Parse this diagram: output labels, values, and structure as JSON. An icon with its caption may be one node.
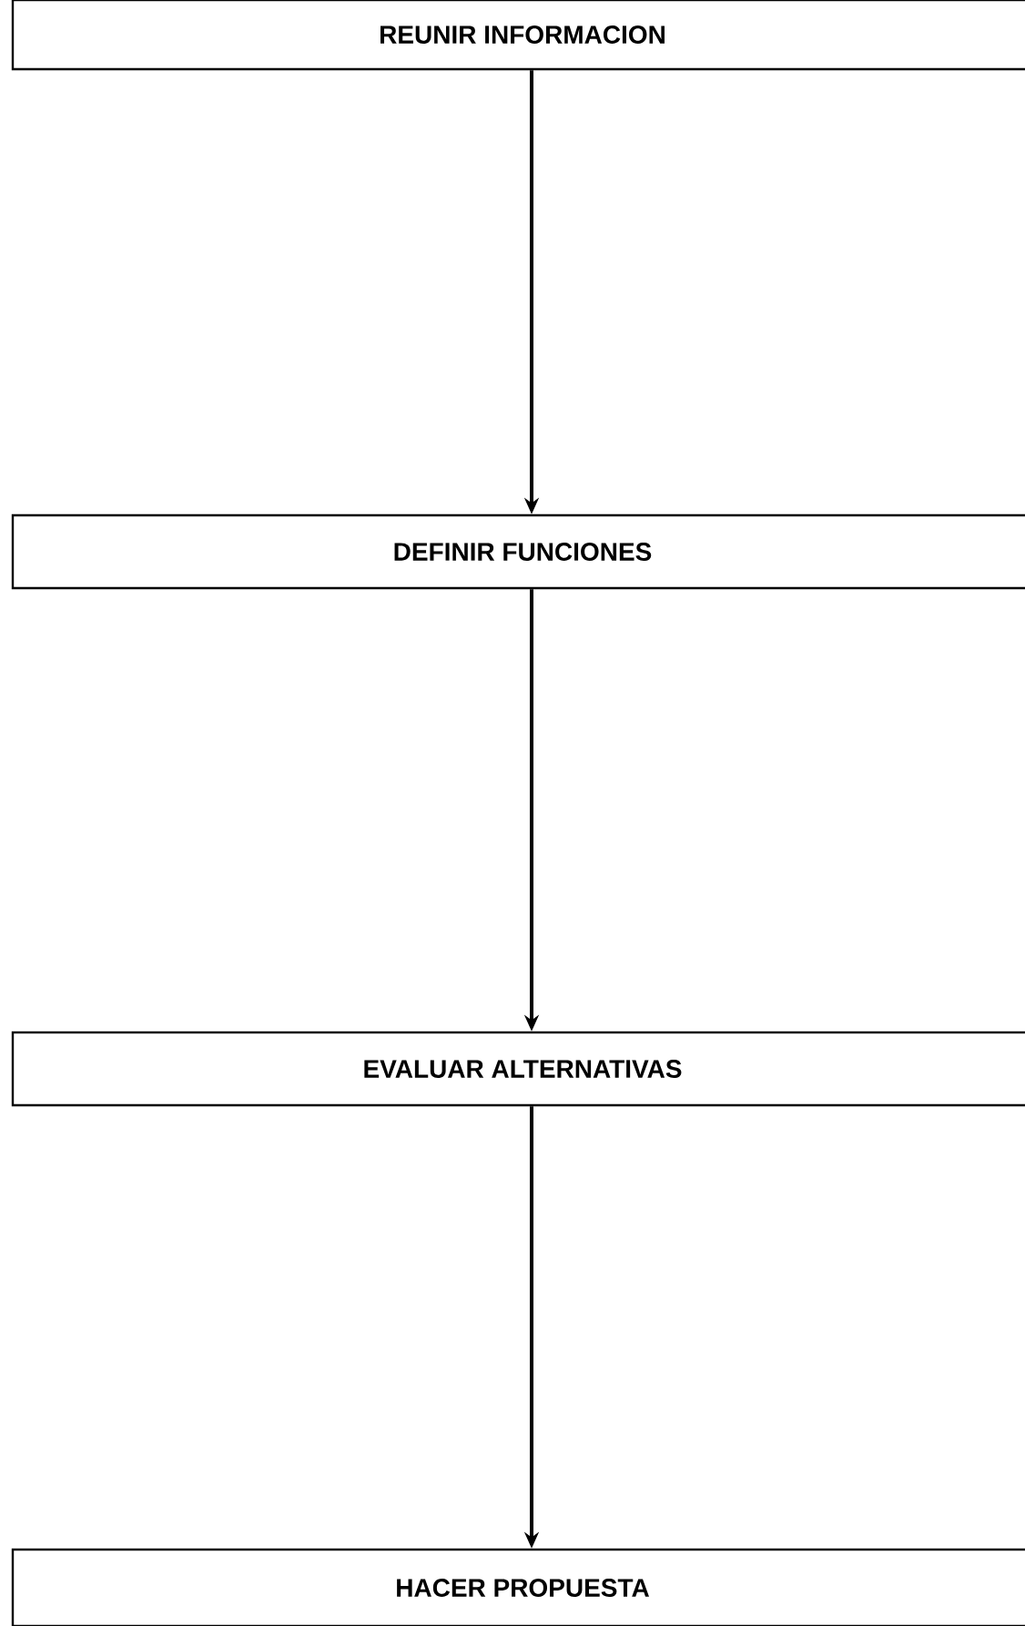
{
  "diagram": {
    "nodes": [
      {
        "text": [
          "REUNIR INFORMACION"
        ]
      },
      {
        "text": [
          "DEFINIR FUNCIONES"
        ]
      },
      {
        "text": [
          "EVALUAR ALTERNATIVAS"
        ]
      },
      {
        "text": [
          "HACER PROPUESTA"
        ]
      }
    ],
    "edges": [
      {
        "from": 0,
        "to": 1,
        "arrow": "to"
      },
      {
        "from": 1,
        "to": 2,
        "arrow": "to"
      },
      {
        "from": 2,
        "to": 3,
        "arrow": "to"
      }
    ]
  }
}
